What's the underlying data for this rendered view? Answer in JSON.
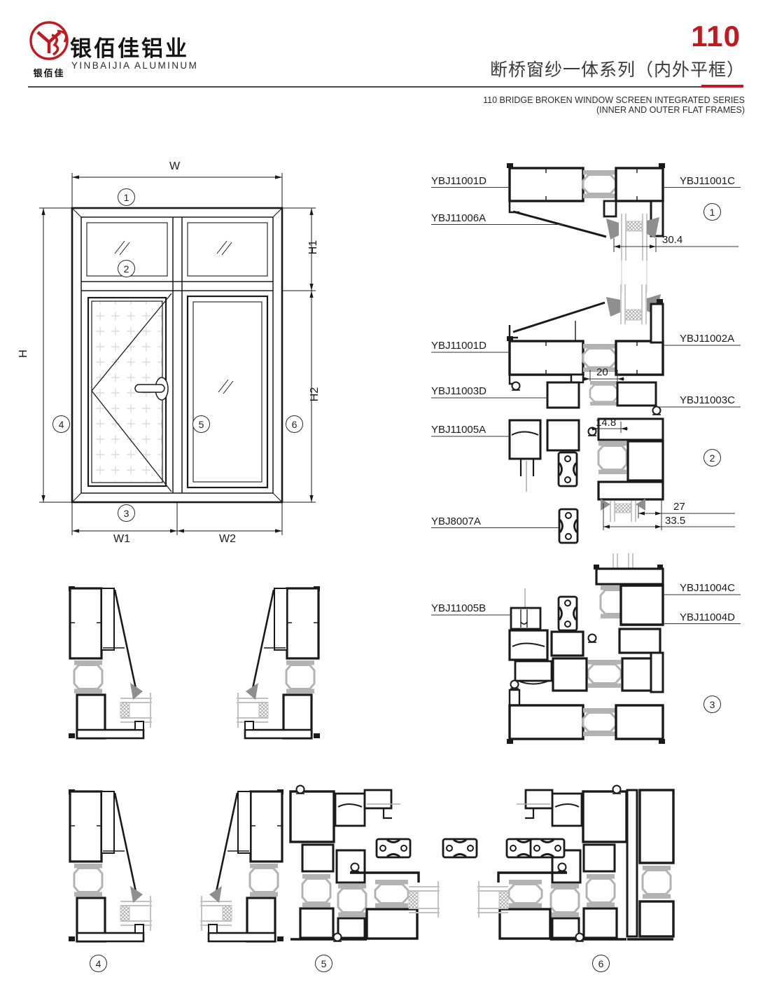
{
  "header": {
    "logo_monogram": "YBJ",
    "logo_text_cn": "银佰佳",
    "company_cn": "银佰佳铝业",
    "company_en": "YINBAIJIA ALUMINUM",
    "series_number": "110",
    "series_title_cn": "断桥窗纱一体系列（内外平框）",
    "series_subtitle_en_1": "110 BRIDGE BROKEN WINDOW SCREEN INTEGRATED SERIES",
    "series_subtitle_en_2": "(INNER AND OUTER FLAT FRAMES)",
    "accent_red": "#c0191f"
  },
  "elevation": {
    "dim_w": "W",
    "dim_h": "H",
    "dim_h1": "H1",
    "dim_h2": "H2",
    "dim_w1": "W1",
    "dim_w2": "W2",
    "markers": {
      "m1": "1",
      "m2": "2",
      "m3": "3",
      "m4": "4",
      "m5": "5",
      "m6": "6"
    }
  },
  "sections": {
    "s1": {
      "marker": "1",
      "labels": {
        "left_top": "YBJ11001D",
        "left_bottom": "YBJ11006A",
        "right": "YBJ11001C"
      },
      "dims": {
        "d1": "30.4"
      }
    },
    "s2": {
      "marker": "2",
      "labels": {
        "l1": "YBJ11001D",
        "l2": "YBJ11003D",
        "l3": "YBJ11005A",
        "l4": "YBJ8007A",
        "r1": "YBJ11002A",
        "r2": "YBJ11003C"
      },
      "dims": {
        "d20": "20",
        "d148": "14.8",
        "d27": "27",
        "d335": "33.5"
      }
    },
    "s3": {
      "marker": "3",
      "labels": {
        "l1": "YBJ11005B",
        "r1": "YBJ11004C",
        "r2": "YBJ11004D"
      }
    },
    "s4": {
      "marker": "4"
    },
    "s5": {
      "marker": "5"
    },
    "s6": {
      "marker": "6"
    }
  }
}
